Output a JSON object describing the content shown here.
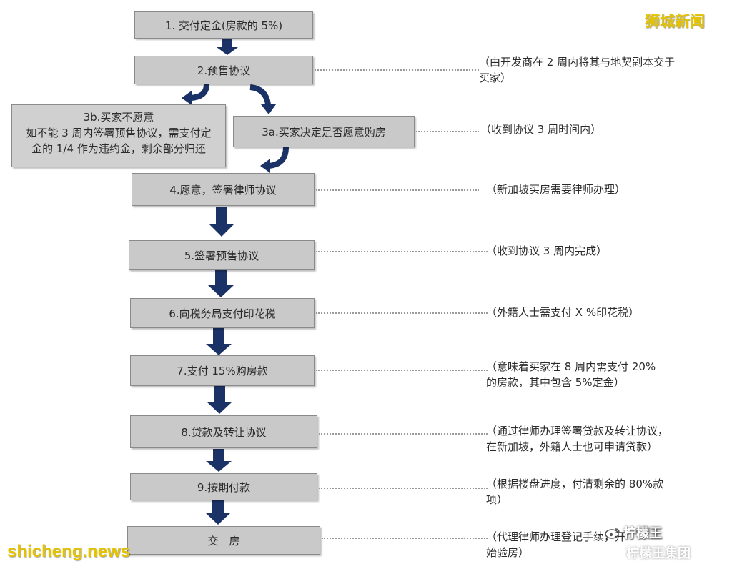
{
  "watermarks": {
    "top_right": "狮城新闻",
    "bottom_left": "shicheng.news",
    "weibo_line1": "柠檬王",
    "weibo_line2": "柠檬王集团"
  },
  "steps": [
    {
      "id": "s1",
      "label": "1. 交付定金(房款的 5%)"
    },
    {
      "id": "s2",
      "label": "2.预售协议"
    },
    {
      "id": "s3b_title",
      "label": "3b.买家不愿意"
    },
    {
      "id": "s3b_line1",
      "label": "如不能 3 周内签署预售协议，需支付定"
    },
    {
      "id": "s3b_line2",
      "label": "金的 1/4 作为违约金，剩余部分归还"
    },
    {
      "id": "s3a",
      "label": "3a.买家决定是否愿意购房"
    },
    {
      "id": "s4",
      "label": "4.愿意，签署律师协议"
    },
    {
      "id": "s5",
      "label": "5.签署预售协议"
    },
    {
      "id": "s6",
      "label": "6.向税务局支付印花税"
    },
    {
      "id": "s7",
      "label": "7.支付 15%购房款"
    },
    {
      "id": "s8",
      "label": "8.贷款及转让协议"
    },
    {
      "id": "s9",
      "label": "9.按期付款"
    },
    {
      "id": "s10",
      "label": "交　房"
    }
  ],
  "notes": [
    {
      "line1": "（由开发商在 2 周内将其与地契副本交于",
      "line2": "买家）"
    },
    {
      "line1": "（收到协议 3 周时间内）"
    },
    {
      "line1": "（新加坡买房需要律师办理）"
    },
    {
      "line1": "（收到协议 3 周内完成）"
    },
    {
      "line1": "（外籍人士需支付 X %印花税）"
    },
    {
      "line1": "（意味着买家在 8 周内需支付 20%",
      "line2": "的房款，其中包含 5%定金）"
    },
    {
      "line1": "（通过律师办理签署贷款及转让协议，",
      "line2": "在新加坡，外籍人士也可申请贷款）"
    },
    {
      "line1": "（根据楼盘进度，付清剩余的 80%款",
      "line2": "项）"
    },
    {
      "line1": "（代理律师办理登记手续，开",
      "line2": "始验房）"
    }
  ],
  "colors": {
    "box_fill": "#c9c9c9",
    "arrow": "#1b3266",
    "dots": "#9a9a9a",
    "watermark": "#e5c300"
  }
}
